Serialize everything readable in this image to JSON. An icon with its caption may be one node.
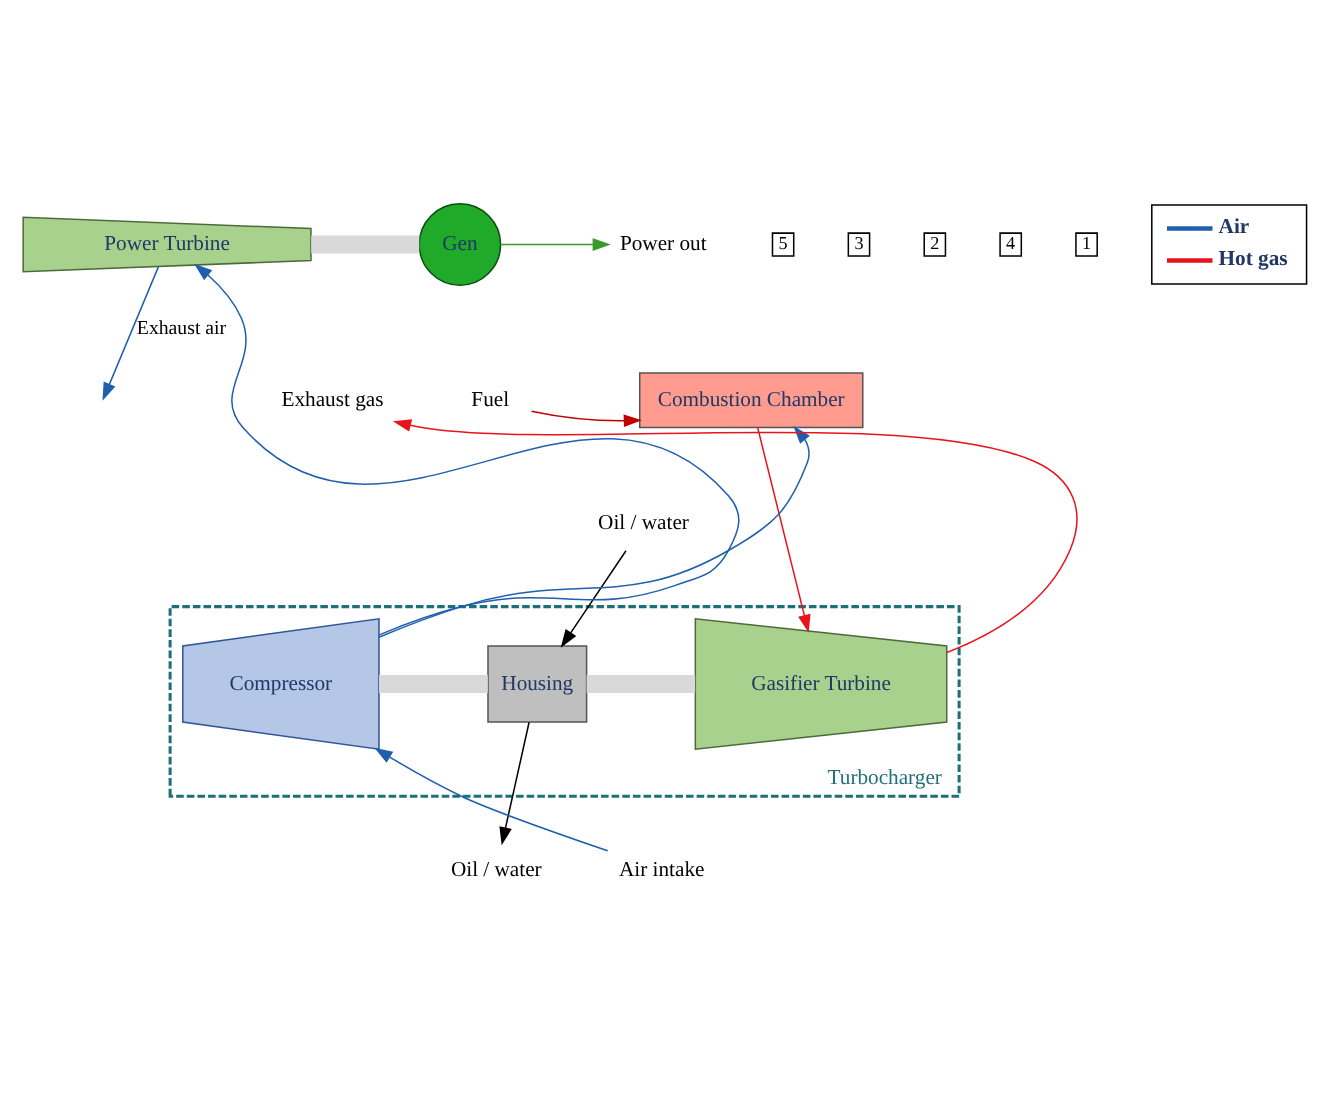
{
  "diagram": {
    "nodes": [
      {
        "text": [
          "Power Turbine"
        ]
      },
      {
        "text": [
          "Gen"
        ]
      },
      {
        "text": [
          "Power out"
        ]
      },
      {
        "text": [
          "Combustion Chamber"
        ]
      },
      {
        "text": [
          "Fuel"
        ]
      },
      {
        "text": [
          "Exhaust gas"
        ]
      },
      {
        "text": [
          "Oil / water"
        ]
      },
      {
        "text": [
          "Turbocharger"
        ]
      },
      {
        "text": [
          "Compressor"
        ],
        "in": 7
      },
      {
        "text": [
          "Housing"
        ],
        "in": 7
      },
      {
        "text": [
          "Gasifier Turbine"
        ],
        "in": 7
      },
      {
        "text": [
          "Oil / water"
        ]
      },
      {
        "text": [
          "Air intake"
        ]
      }
    ],
    "edges": [
      {
        "from": 0,
        "to": 1,
        "arrow": "none",
        "style": "thick",
        "color": "#d9d9d9"
      },
      {
        "from": 1,
        "to": 2,
        "arrow": "to",
        "color": "#3a9a2a"
      },
      {
        "from": 0,
        "to": null,
        "arrow": "to",
        "label": "Exhaust air",
        "color": "#1f5fae"
      },
      {
        "from": 8,
        "to": 0,
        "arrow": "to",
        "color": "#1f5fae"
      },
      {
        "from": 8,
        "to": 3,
        "arrow": "to",
        "color": "#1f5fae"
      },
      {
        "from": 4,
        "to": 3,
        "arrow": "to",
        "color": "#c00000"
      },
      {
        "from": 3,
        "to": 10,
        "arrow": "to",
        "color": "#e8141c"
      },
      {
        "from": 10,
        "to": 5,
        "arrow": "to",
        "color": "#e8141c"
      },
      {
        "from": 6,
        "to": 9,
        "arrow": "to",
        "color": "#000000"
      },
      {
        "from": 9,
        "to": 11,
        "arrow": "to",
        "color": "#000000"
      },
      {
        "from": 12,
        "to": 8,
        "arrow": "to",
        "color": "#1f5fae"
      },
      {
        "from": 8,
        "to": 9,
        "arrow": "none",
        "style": "thick",
        "color": "#d9d9d9"
      },
      {
        "from": 9,
        "to": 10,
        "arrow": "none",
        "style": "thick",
        "color": "#d9d9d9"
      }
    ],
    "labels": [
      "5",
      "3",
      "2",
      "4",
      "1"
    ],
    "legend": [
      {
        "text": "Air"
      },
      {
        "text": "Hot gas"
      }
    ]
  }
}
